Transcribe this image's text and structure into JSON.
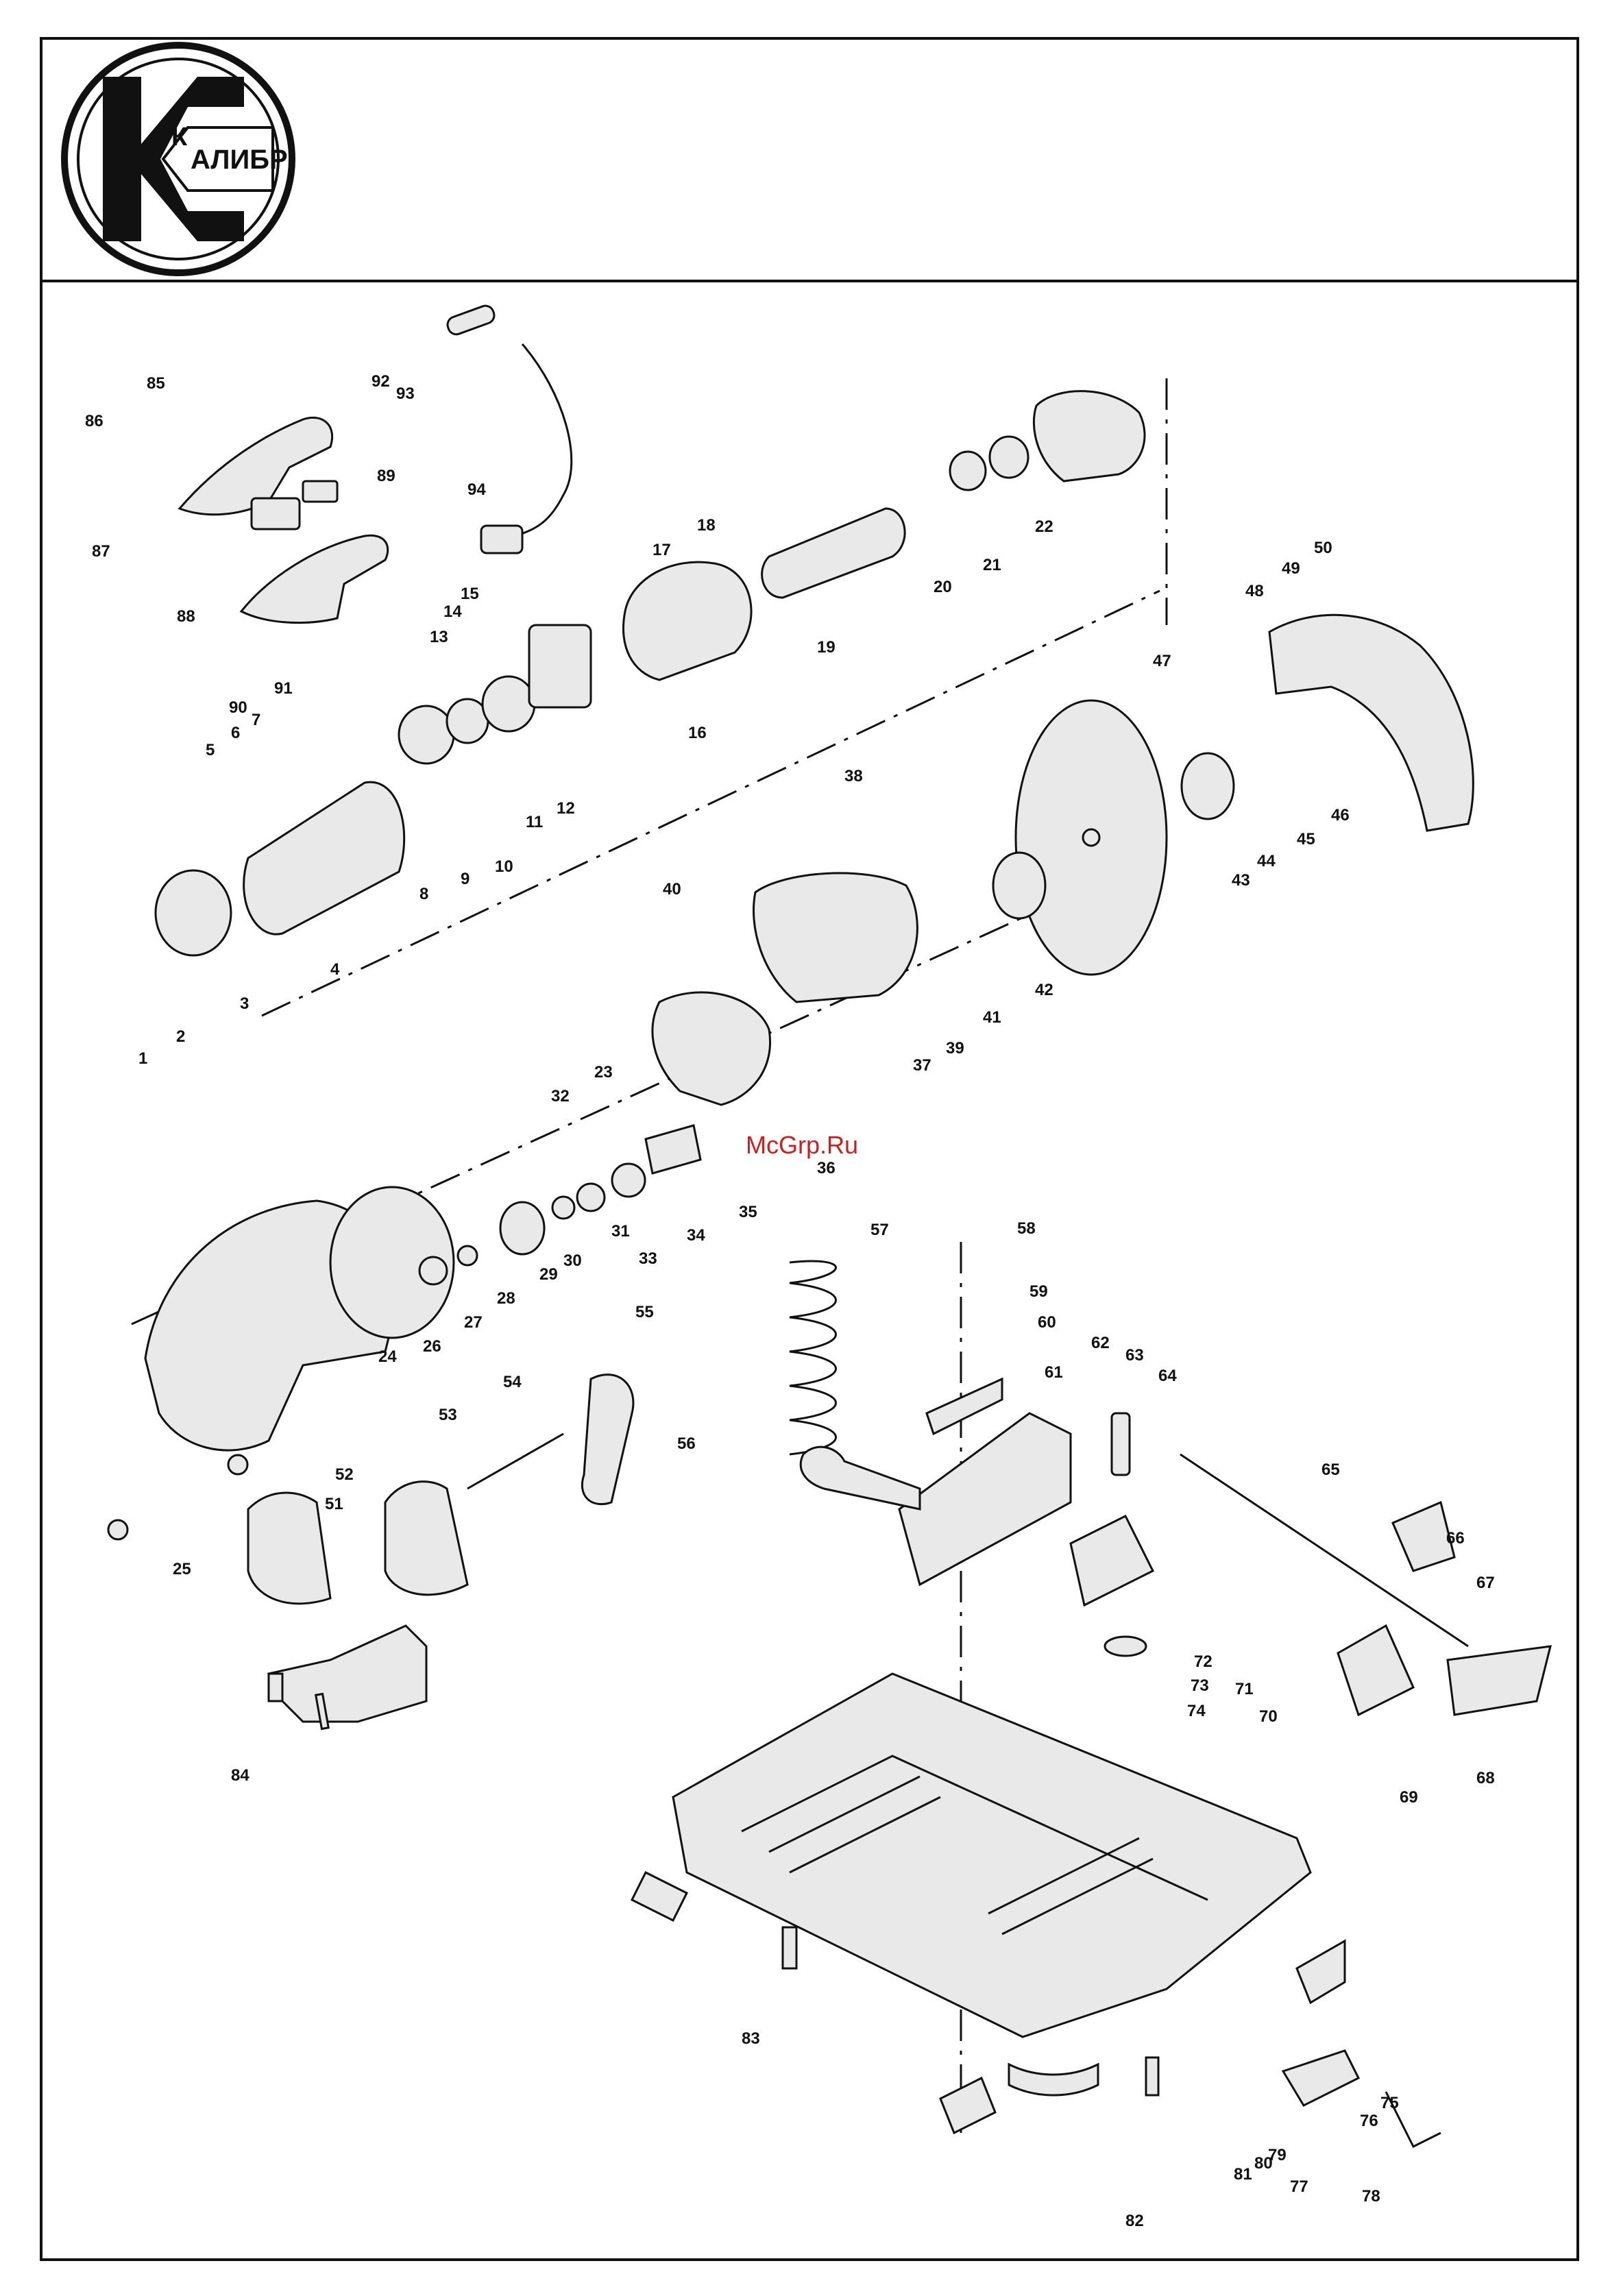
{
  "logo": {
    "text": "АЛИБР",
    "letter": "К"
  },
  "watermark": "McGrp.Ru",
  "callouts": [
    "1",
    "2",
    "3",
    "4",
    "5",
    "6",
    "7",
    "8",
    "9",
    "10",
    "11",
    "12",
    "13",
    "14",
    "15",
    "16",
    "17",
    "18",
    "19",
    "20",
    "21",
    "22",
    "23",
    "24",
    "25",
    "26",
    "27",
    "28",
    "29",
    "30",
    "31",
    "32",
    "33",
    "34",
    "35",
    "36",
    "37",
    "38",
    "39",
    "40",
    "41",
    "42",
    "43",
    "44",
    "45",
    "46",
    "47",
    "48",
    "49",
    "50",
    "51",
    "52",
    "53",
    "54",
    "55",
    "56",
    "57",
    "58",
    "59",
    "60",
    "61",
    "62",
    "63",
    "64",
    "65",
    "66",
    "67",
    "68",
    "69",
    "70",
    "71",
    "72",
    "73",
    "74",
    "75",
    "76",
    "77",
    "78",
    "79",
    "80",
    "81",
    "82",
    "83",
    "84",
    "85",
    "86",
    "87",
    "88",
    "89",
    "90",
    "91",
    "92",
    "93",
    "94"
  ]
}
